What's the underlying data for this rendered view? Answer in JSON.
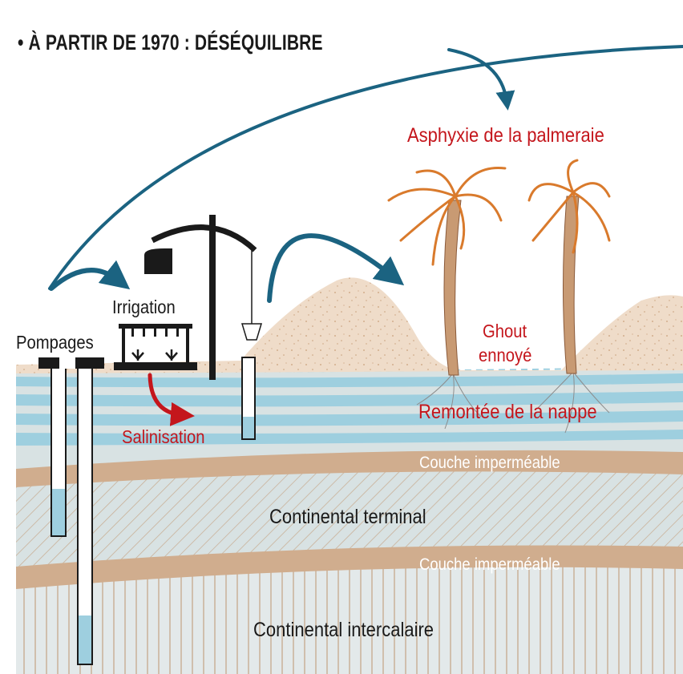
{
  "title": "• À PARTIR DE 1970 : DÉSÉQUILIBRE",
  "labels": {
    "asphyxie": "Asphyxie de la palmeraie",
    "irrigation": "Irrigation",
    "pompages": "Pompages",
    "ghout_line1": "Ghout",
    "ghout_line2": "ennoyé",
    "remontee": "Remontée de la nappe",
    "salinisation": "Salinisation",
    "couche1": "Couche imperméable",
    "continental_terminal": "Continental terminal",
    "couche2": "Couche imperméable",
    "continental_intercalaire": "Continental intercalaire"
  },
  "colors": {
    "arrow_blue": "#1b6381",
    "red_text": "#c4161c",
    "sand": "#efdcc9",
    "clay": "#d0ad8e",
    "water": "#9ecfdf",
    "palm": "#d97a2c",
    "trunk": "#c89a73"
  }
}
